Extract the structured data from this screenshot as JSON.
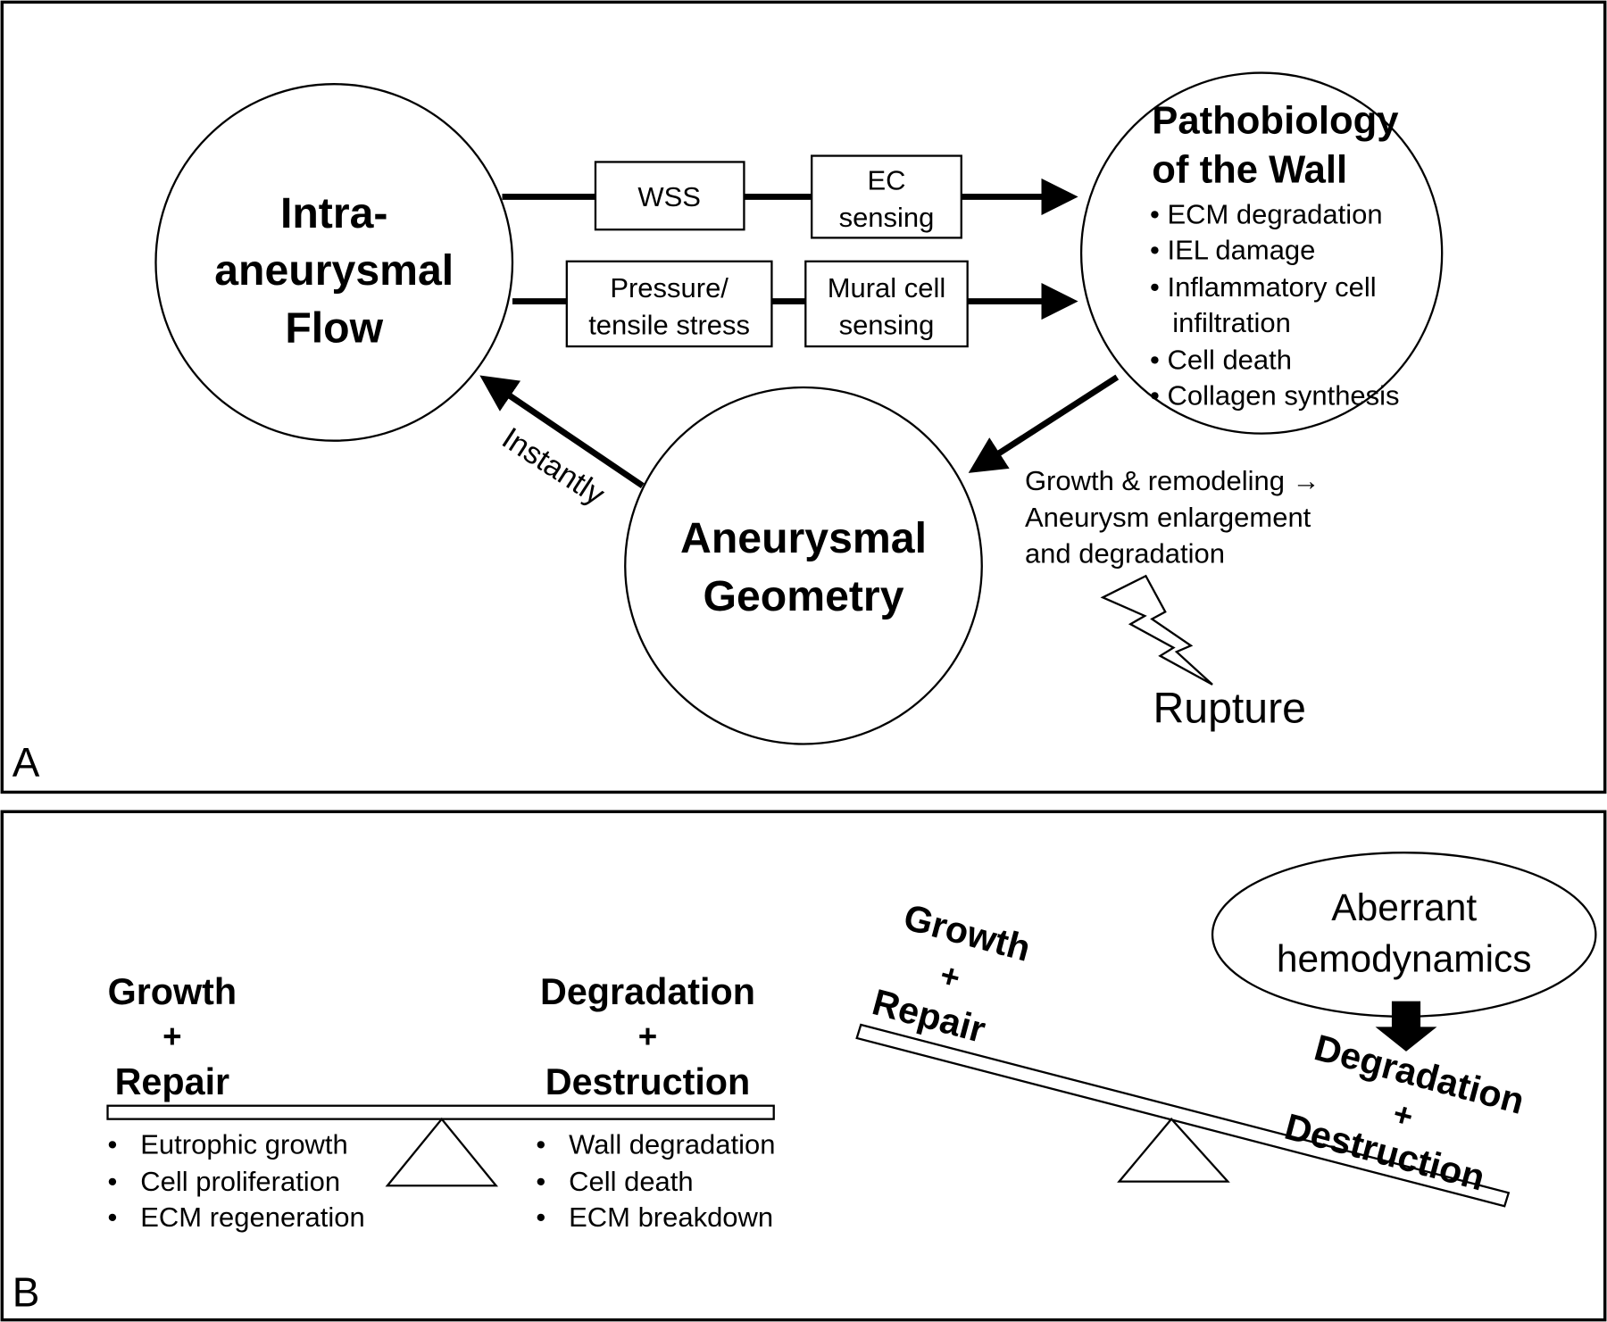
{
  "panel_a": {
    "label": "A",
    "flow_circle": {
      "lines": [
        "Intra-",
        "aneurysmal",
        "Flow"
      ]
    },
    "wall_circle": {
      "title_lines": [
        "Pathobiology",
        "of the Wall"
      ],
      "bullets": [
        "• ECM degradation",
        "• IEL damage",
        "• Inflammatory cell",
        "infiltration",
        "•  Cell death",
        "• Collagen synthesis"
      ]
    },
    "geometry_circle": {
      "lines": [
        "Aneurysmal",
        "Geometry"
      ]
    },
    "top_path": {
      "box1": "WSS",
      "box2": [
        "EC",
        "sensing"
      ]
    },
    "bottom_path": {
      "box1": [
        "Pressure/",
        "tensile stress"
      ],
      "box2": [
        "Mural cell",
        "sensing"
      ]
    },
    "feedback_label": "Instantly",
    "growth_text": [
      "Growth & remodeling →",
      "Aneurysm enlargement",
      "and degradation"
    ],
    "rupture_label": "Rupture",
    "rupture_icon": "lightning-bolt"
  },
  "panel_b": {
    "label": "B",
    "balanced": {
      "left_title": [
        "Growth",
        "+",
        "Repair"
      ],
      "right_title": [
        "Degradation",
        "+",
        "Destruction"
      ],
      "left_bullets": [
        "Eutrophic growth",
        "Cell proliferation",
        "ECM regeneration"
      ],
      "right_bullets": [
        "Wall degradation",
        "Cell death",
        "ECM breakdown"
      ],
      "bullet": "•"
    },
    "tilted": {
      "cause": [
        "Aberrant",
        "hemodynamics"
      ],
      "left_title": [
        "Growth",
        "+",
        "Repair"
      ],
      "right_title": [
        "Degradation",
        "+",
        "Destruction"
      ]
    }
  }
}
